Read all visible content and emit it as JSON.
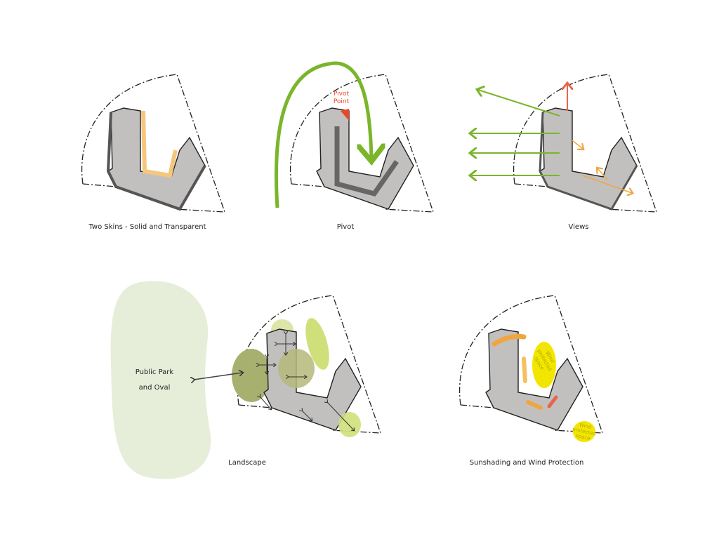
{
  "captions": {
    "two_skins": "Two Skins - Solid and Transparent",
    "pivot": "Pivot",
    "views": "Views",
    "landscape": "Landscape",
    "sunshading": "Sunshading and Wind Protection"
  },
  "annotations": {
    "pivot_point_line1": "Pivot",
    "pivot_point_line2": "Point",
    "park_line1": "Public Park",
    "park_line2": "and Oval",
    "wind_1": "Wind protected space",
    "wind_2": "Wind protected space"
  },
  "colors": {
    "building": "#c2c0bf",
    "transparent_skin": "#f5c77e",
    "pivot_red": "#e8472a",
    "arrow_green": "#7ab52a",
    "view_orange": "#f0a640",
    "park_green": "#e6eed9",
    "wind_yellow": "#f2e600"
  }
}
